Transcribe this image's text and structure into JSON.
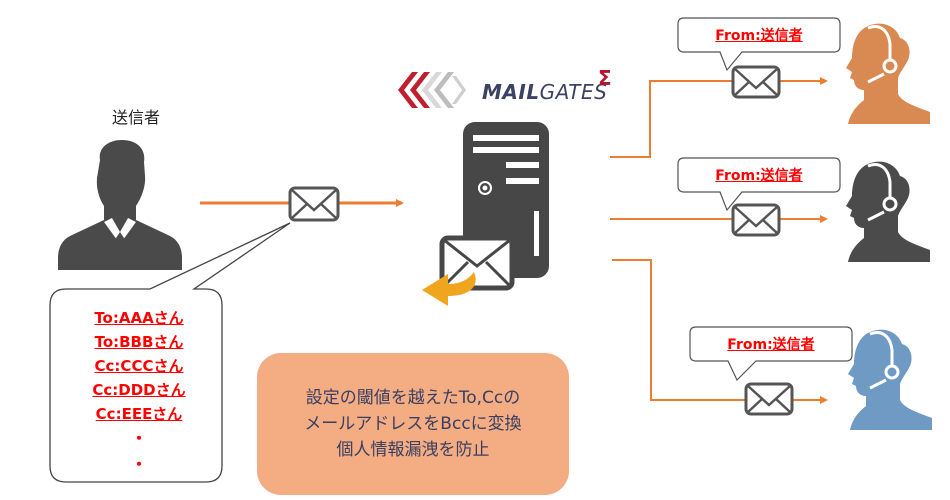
{
  "sender": {
    "label": "送信者",
    "recipients": [
      "To:AAAさん",
      "To:BBBさん",
      "Cc:CCCさん",
      "Cc:DDDさん",
      "Cc:EEEさん"
    ],
    "ellipsis": [
      "・",
      "・"
    ]
  },
  "gateway": {
    "brand_bold": "MAIL",
    "brand_light": "GATES",
    "brand_suffix": "Σ"
  },
  "note": {
    "lines": [
      "設定の閾値を越えたTo,Ccの",
      "メールアドレスをBccに変換",
      "個人情報漏洩を防止"
    ]
  },
  "receivers": [
    {
      "from_label": "From:送信者",
      "color": "#d98a52"
    },
    {
      "from_label": "From:送信者",
      "color": "#4b4b4b"
    },
    {
      "from_label": "From:送信者",
      "color": "#6f9ac3"
    }
  ],
  "colors": {
    "arrow": "#ed7d31",
    "icon_dark": "#4a4a4a",
    "return_arrow": "#f0a51e",
    "note_bg": "#f4ac83",
    "brand_red": "#b5162c"
  }
}
